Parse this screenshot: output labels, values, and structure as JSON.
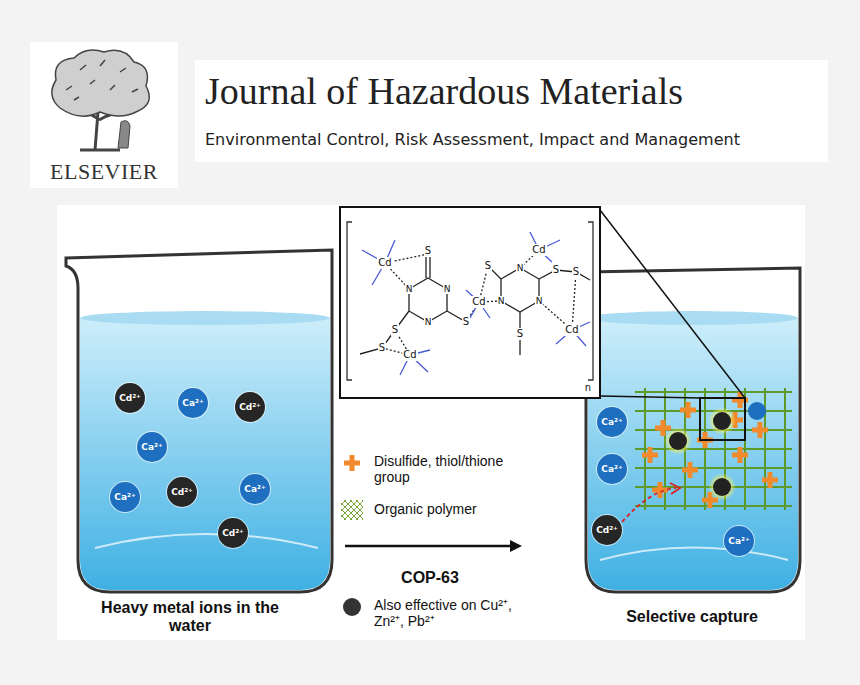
{
  "diagram": {
    "title": "Journal of Hazardous Materials",
    "nodes": [
      {
        "text": [
          "Cd²⁺"
        ]
      },
      {
        "text": [
          "Ca²⁺"
        ]
      },
      {
        "text": [
          "Cd²⁺"
        ]
      },
      {
        "text": [
          "Ca²⁺"
        ]
      },
      {
        "text": [
          "Ca²⁺"
        ]
      },
      {
        "text": [
          "Cd²⁺"
        ]
      },
      {
        "text": [
          "Ca²⁺"
        ]
      },
      {
        "text": [
          "Cd²⁺"
        ]
      },
      {
        "text": [
          "Ca²⁺"
        ]
      },
      {
        "text": [
          "Ca²⁺"
        ]
      },
      {
        "text": [
          "Cd²⁺"
        ]
      },
      {
        "text": [
          "Ca²⁺"
        ]
      }
    ],
    "labels": [
      "Environmental Control, Risk Assessment, Impact and Management",
      "ELSEVIER",
      "Cd",
      "Cd",
      "Cd",
      "Cd",
      "Cd",
      "S",
      "N",
      "N",
      "N",
      "S",
      "S",
      "S",
      "S",
      "N",
      "N",
      "N",
      "S",
      "S",
      "S",
      "n",
      "COP-63",
      "Heavy metal ions in the water",
      "Selective capture"
    ],
    "legend": [
      {
        "text": "Disulfide, thiol/thione group"
      },
      {
        "text": "Organic polymer"
      },
      {
        "text": "Also effective on Cu²⁺, Zn²⁺, Pb²⁺",
        "color": "#333333"
      }
    ]
  }
}
